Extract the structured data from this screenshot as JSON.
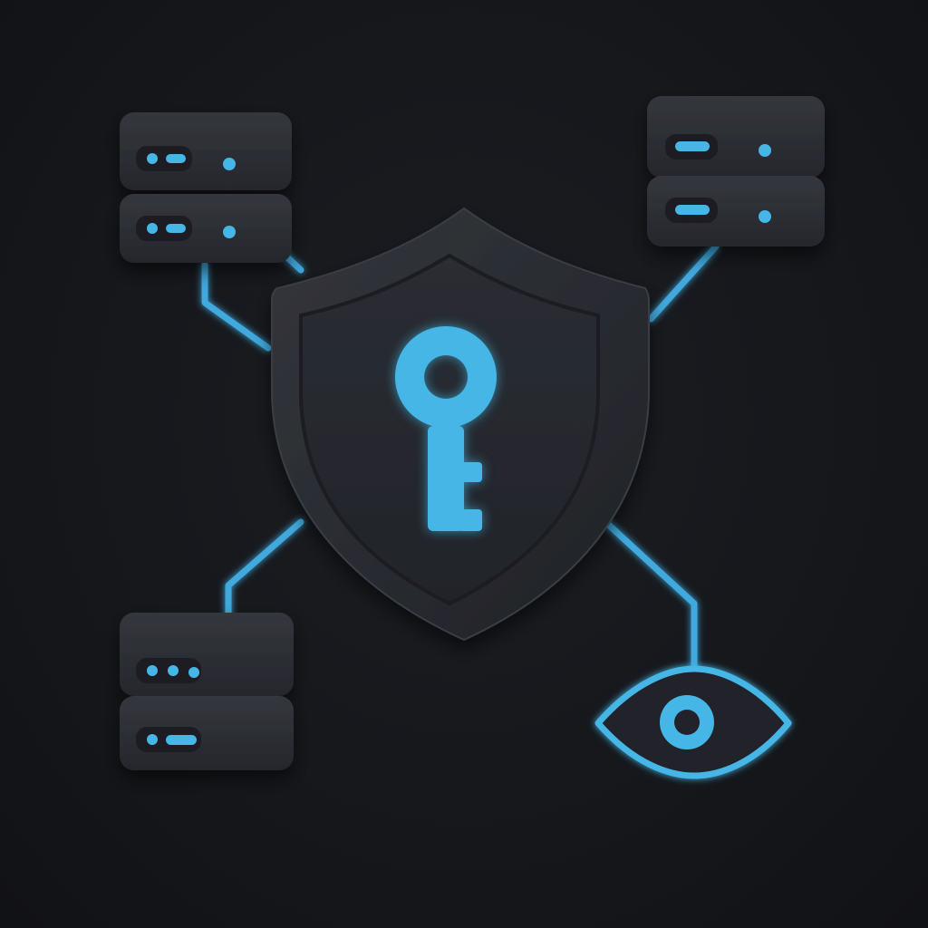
{
  "palette": {
    "background": "#16181c",
    "device_face": "#2b2e34",
    "device_top": "#34373e",
    "shield_outer": "#2a2d33",
    "shield_inner": "#25282d",
    "accent": "#45b6e6",
    "accent_glow": "#3fa9dd"
  },
  "icons": {
    "center": "shield-key-icon",
    "top_left": "server-stack-icon",
    "top_right": "server-stack-icon",
    "bottom_left": "server-stack-icon",
    "bottom_right": "eye-icon"
  },
  "server_units": {
    "top_left": [
      {
        "indicator": "two-dots"
      },
      {
        "indicator": "two-dots"
      }
    ],
    "top_right": [
      {
        "indicator": "bar"
      },
      {
        "indicator": "bar"
      }
    ],
    "bottom_left": [
      {
        "indicator": "three-dots"
      },
      {
        "indicator": "two-dots"
      }
    ]
  }
}
